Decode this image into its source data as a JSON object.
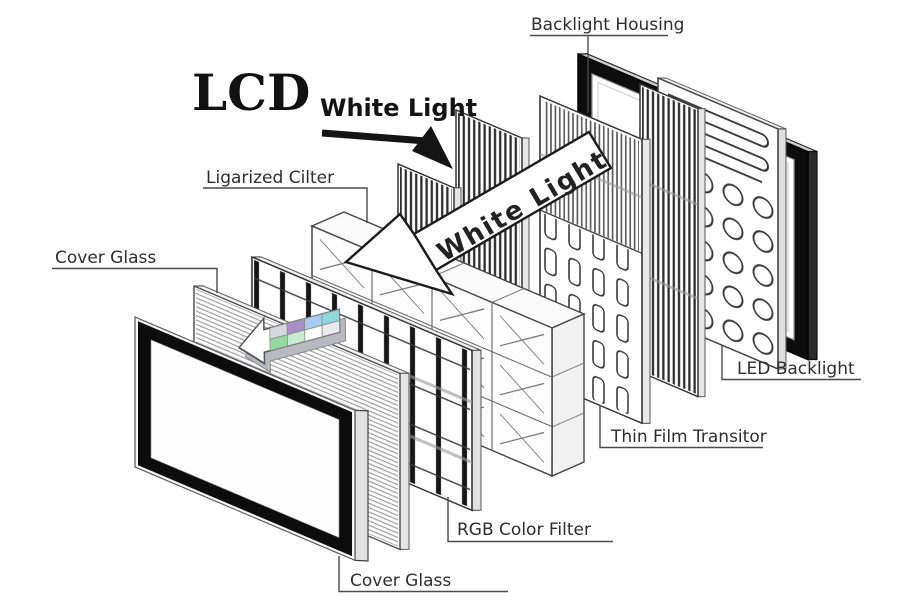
{
  "title": "LCD",
  "annotations": {
    "white_light_label": "White Light",
    "banner_text": "White Light"
  },
  "labels": {
    "backlight_housing": "Backlight Housing",
    "polarized_filter": "Ligarized Cilter",
    "cover_glass_top": "Cover Glass",
    "led_backlight": "LED Backlight",
    "thin_film_transistor": "Thin Film Transitor",
    "rgb_color_filter": "RGB Color Filter",
    "cover_glass_bottom": "Cover Glass"
  },
  "colors": {
    "background": "#ffffff",
    "line": "#333333",
    "frame_black": "#0d0d0d",
    "rgb_arrow_tiles": [
      "#d6d6de",
      "#a98fc5",
      "#a9cdf0",
      "#8fd8da",
      "#96d8a2",
      "#c6ecd2",
      "#ffffff",
      "#e9e9ee"
    ]
  }
}
